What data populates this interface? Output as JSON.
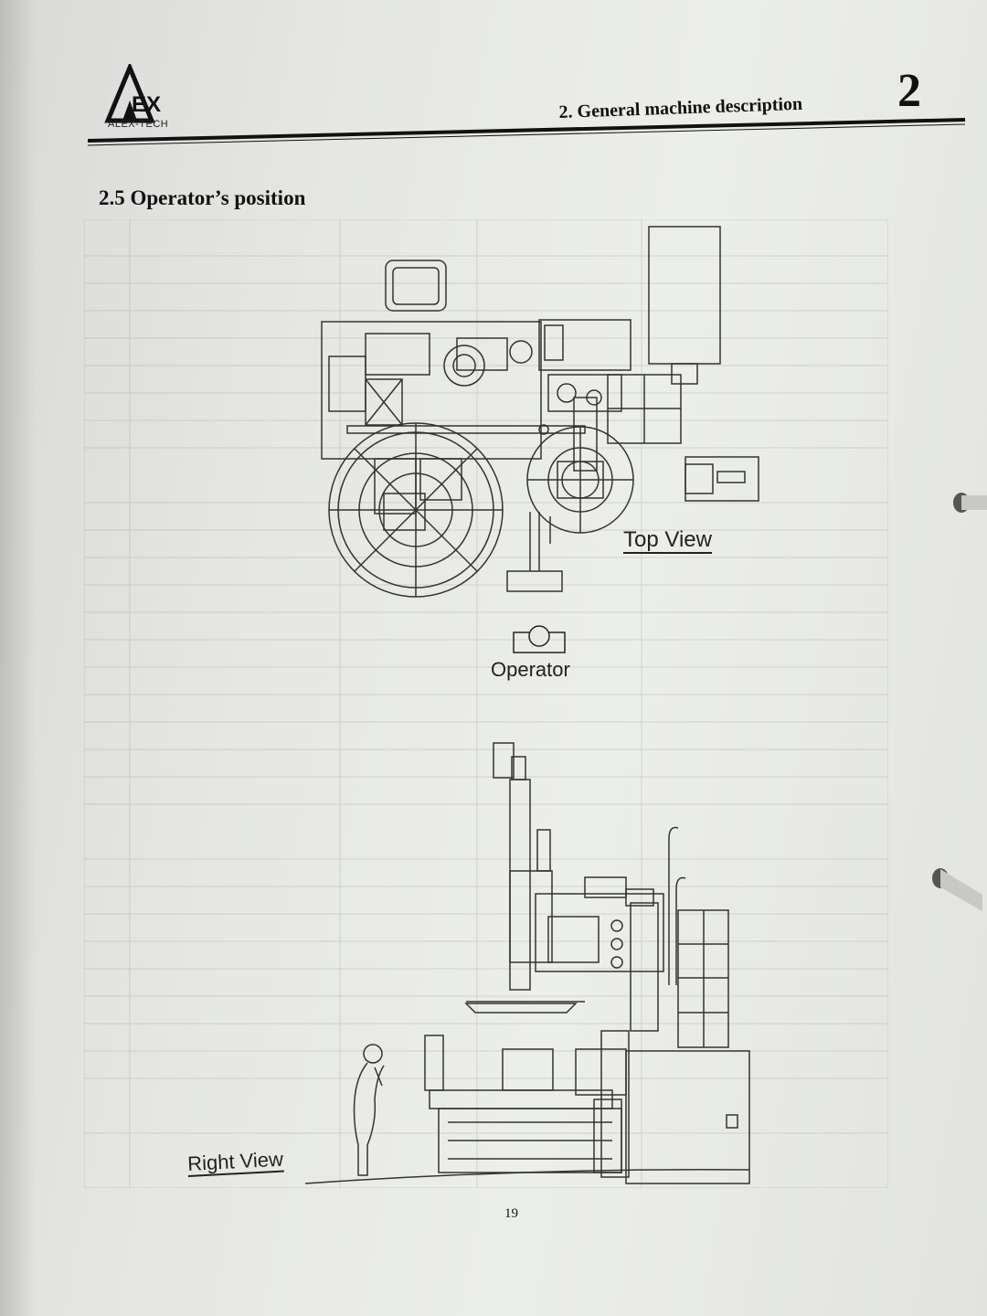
{
  "header": {
    "logo_text": "ALEX-TECH",
    "title": "2. General machine description",
    "chapter_number": "2"
  },
  "section": {
    "title": "2.5 Operator’s position"
  },
  "figure": {
    "top_view_label": "Top View",
    "operator_label": "Operator",
    "right_view_label": "Right View"
  },
  "footer": {
    "page_number": "19"
  }
}
